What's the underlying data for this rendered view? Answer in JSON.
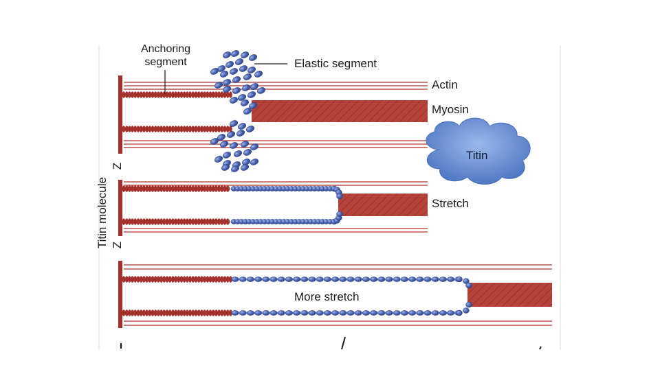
{
  "labels": {
    "anchoring_line1": "Anchoring",
    "anchoring_line2": "segment",
    "elastic_segment": "Elastic segment",
    "actin": "Actin",
    "myosin": "Myosin",
    "titin_cloud": "Titin",
    "stretch": "Stretch",
    "more_stretch": "More stretch",
    "z1": "Z",
    "z2": "Z",
    "titin_molecule": "Titin molecule"
  },
  "colors": {
    "filament": "#a3302a",
    "myosin_fill": "#b6433a",
    "actin_line": "#c0504a",
    "titin_bead": "#3b55a0",
    "titin_bead_light": "#7f97d6",
    "cloud_fill": "#6f95d4",
    "frame_gray": "#d9d9d9"
  },
  "icons": {
    "cloud": "cloud-shape",
    "titin": "bead-chain"
  }
}
